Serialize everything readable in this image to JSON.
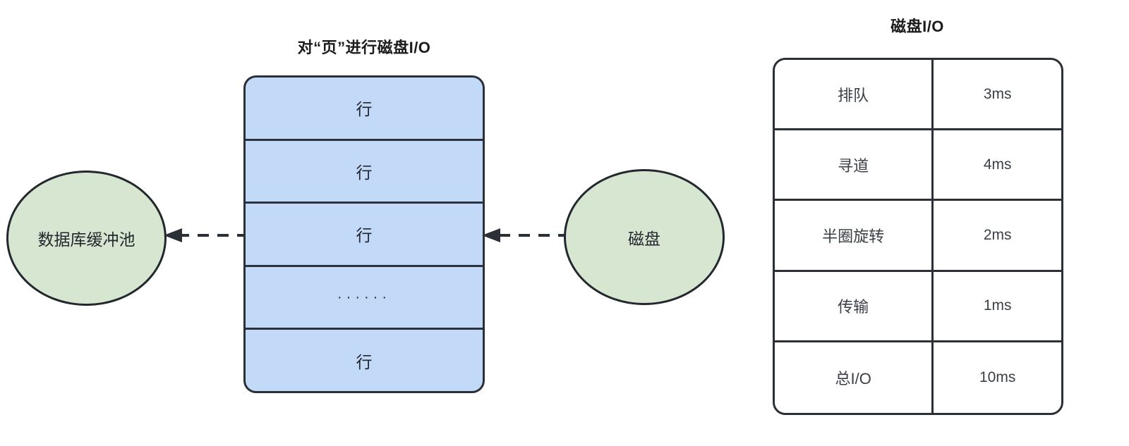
{
  "diagram": {
    "page_section": {
      "title": "对“页”进行磁盘I/O",
      "rows": [
        {
          "label": "行"
        },
        {
          "label": "行"
        },
        {
          "label": "行"
        },
        {
          "label": "······"
        },
        {
          "label": "行"
        }
      ]
    },
    "nodes": {
      "buffer_pool": "数据库缓冲池",
      "disk": "磁盘"
    },
    "arrows": [
      {
        "name": "page-to-buffer-pool",
        "style": "dashed",
        "direction": "left"
      },
      {
        "name": "disk-to-page",
        "style": "dashed",
        "direction": "left"
      }
    ]
  },
  "io_table": {
    "title": "磁盘I/O",
    "rows": [
      {
        "label": "排队",
        "value": "3ms"
      },
      {
        "label": "寻道",
        "value": "4ms"
      },
      {
        "label": "半圈旋转",
        "value": "2ms"
      },
      {
        "label": "传输",
        "value": "1ms"
      },
      {
        "label": "总I/O",
        "value": "10ms"
      }
    ]
  },
  "colors": {
    "page_fill": "#c2daf7",
    "node_fill": "#d6e6d1",
    "stroke": "#2b2f36",
    "background": "#ffffff"
  }
}
